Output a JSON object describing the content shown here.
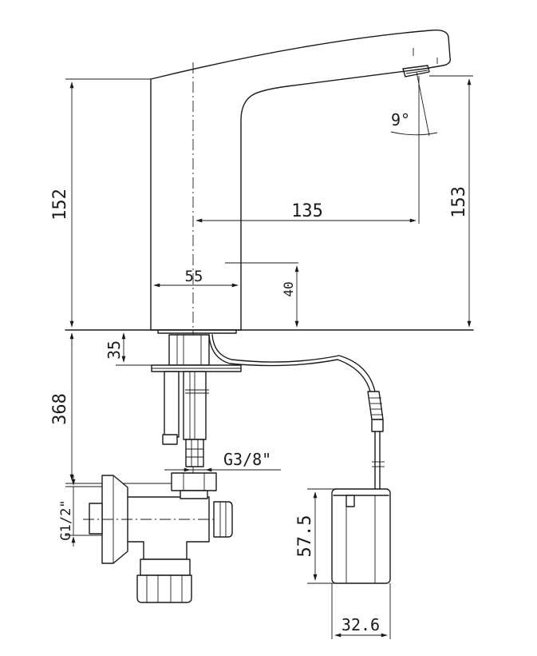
{
  "dimensions": {
    "overall_height": "152",
    "spout_height": "153",
    "spout_reach": "135",
    "base_width": "55",
    "outlet_offset": "40",
    "spout_angle": "9°",
    "mount_thickness": "35",
    "hose_length": "368",
    "thread_inlet": "G3/8\"",
    "thread_connection": "G1/2\"",
    "box_height": "57.5",
    "box_width": "32.6"
  }
}
